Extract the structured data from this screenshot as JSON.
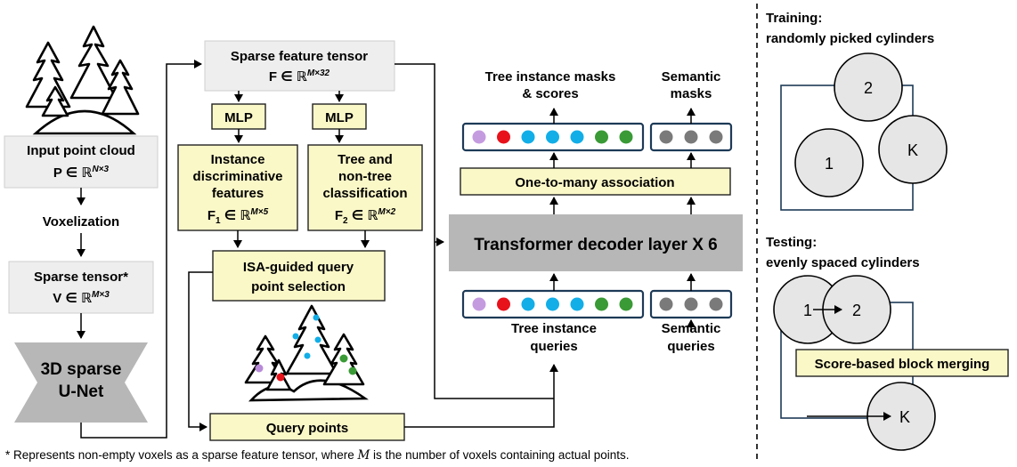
{
  "input_box": {
    "title": "Input point cloud",
    "math": "P ∈ ℝ",
    "sup": "N×3"
  },
  "voxelization": "Voxelization",
  "sparse_tensor": {
    "title": "Sparse tensor*",
    "math": "V ∈ ℝ",
    "sup": "M×3"
  },
  "unet": {
    "line1": "3D sparse",
    "line2": "U-Net"
  },
  "feature_tensor": {
    "title": "Sparse feature tensor",
    "math": "F ∈ ℝ",
    "sup": "M×32"
  },
  "mlp_left": "MLP",
  "mlp_right": "MLP",
  "instance_box": {
    "line1": "Instance",
    "line2": "discriminative",
    "line3": "features",
    "math": "F",
    "sub": "1",
    "rest": " ∈ ℝ",
    "sup": "M×5"
  },
  "classification_box": {
    "line1": "Tree and",
    "line2": "non-tree",
    "line3": "classification",
    "math": "F",
    "sub": "2",
    "rest": " ∈ ℝ",
    "sup": "M×2"
  },
  "isa_box": {
    "line1": "ISA-guided query",
    "line2": "point selection"
  },
  "query_points": "Query points",
  "transformer": "Transformer decoder layer X 6",
  "association": "One-to-many association",
  "masks_label": {
    "line1": "Tree instance masks",
    "line2": "& scores"
  },
  "semantic_masks_label": {
    "line1": "Semantic",
    "line2": "masks"
  },
  "instance_queries_label": {
    "line1": "Tree instance",
    "line2": "queries"
  },
  "semantic_queries_label": {
    "line1": "Semantic",
    "line2": "queries"
  },
  "query_colors": [
    "#c59be0",
    "#e8121b",
    "#12aee8",
    "#12aee8",
    "#12aee8",
    "#3a9a36",
    "#3a9a36"
  ],
  "semantic_colors": [
    "#7a7a7a",
    "#7a7a7a",
    "#7a7a7a"
  ],
  "footnote_pre": "* Represents non-empty voxels as a sparse feature tensor, where ",
  "footnote_var": "M",
  "footnote_post": " is the number of voxels containing actual points.",
  "training": {
    "line1": "Training:",
    "line2": "randomly picked cylinders",
    "c1": "2",
    "c2": "1",
    "c3": "K"
  },
  "testing": {
    "line1": "Testing:",
    "line2": "evenly spaced cylinders",
    "c1": "1",
    "c2": "2",
    "c3": "K"
  },
  "block_merging": "Score-based block merging"
}
